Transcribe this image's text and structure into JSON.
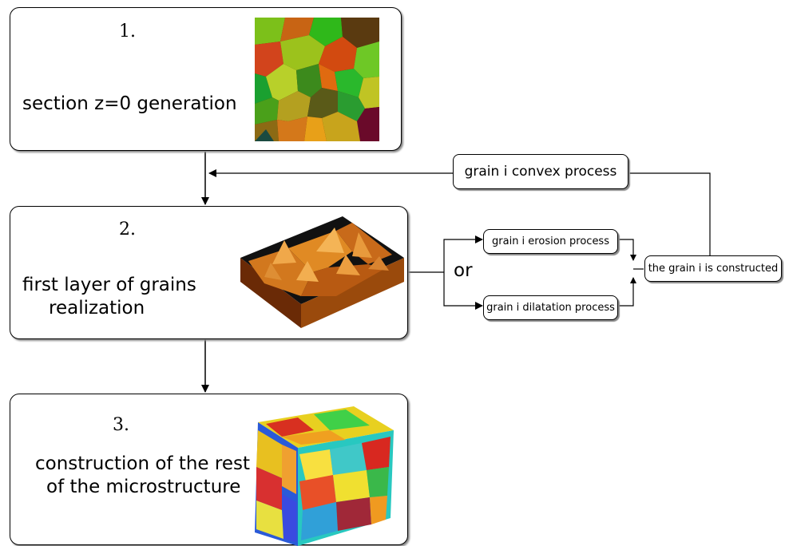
{
  "steps": [
    {
      "number": "1.",
      "label": "section z=0 generation",
      "image": "voronoi-section-image"
    },
    {
      "number": "2.",
      "label": "first layer of grains realization",
      "image": "grain-layer-3d-image"
    },
    {
      "number": "3.",
      "label": "construction of the rest of the microstructure",
      "image": "microstructure-cube-image"
    }
  ],
  "step2_lines": [
    "first layer of grains",
    "realization"
  ],
  "step3_lines": [
    "construction of the rest",
    "of the microstructure"
  ],
  "side": {
    "convex": "grain i convex process",
    "erosion": "grain i erosion process",
    "dilatation": "grain i dilatation process",
    "constructed": "the grain i is constructed",
    "or": "or"
  },
  "colors": {
    "border": "#000000",
    "shadow": "#888888",
    "background": "#ffffff"
  }
}
